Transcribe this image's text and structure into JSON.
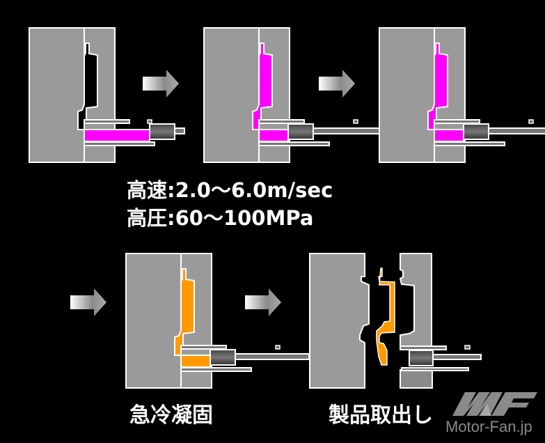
{
  "colors": {
    "background": "#000000",
    "die": "#9a9a9a",
    "outline": "#ffffff",
    "molten_metal": "#ff00ff",
    "solidified_metal": "#ff9900",
    "logo": "#8a8a8a"
  },
  "labels": {
    "speed": "高速:2.0〜6.0m/sec",
    "pressure": "高圧:60〜100MPa",
    "rapid_solidification": "急冷凝固",
    "product_removal": "製品取出し"
  },
  "logo": {
    "text": "Motor-Fan.jp",
    "mark": "MF"
  },
  "steps": [
    {
      "name": "mold-closed-injection-start",
      "cavity_fill": "empty",
      "sleeve_fill": "molten"
    },
    {
      "name": "injection",
      "cavity_fill": "molten",
      "sleeve_fill": "molten"
    },
    {
      "name": "filled",
      "cavity_fill": "molten",
      "sleeve_fill": "molten"
    },
    {
      "name": "solidification",
      "cavity_fill": "solidified",
      "sleeve_fill": "solidified"
    },
    {
      "name": "ejection",
      "cavity_fill": "solidified",
      "sleeve_fill": "none"
    }
  ]
}
